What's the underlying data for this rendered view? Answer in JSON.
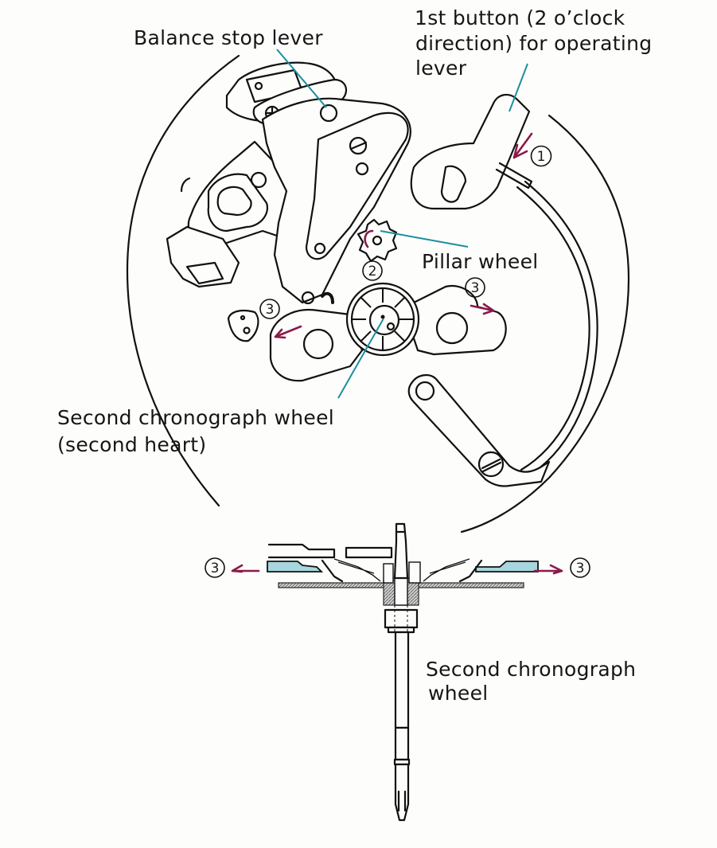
{
  "labels": {
    "balance_stop_lever": "Balance stop lever",
    "first_button_line1": "1st button (2 o’clock",
    "first_button_line2": "direction) for operating",
    "first_button_line3": "lever",
    "pillar_wheel": "Pillar wheel",
    "second_chrono_wheel_top_line1": "Second chronograph wheel",
    "second_chrono_wheel_top_line2": "(second heart)",
    "second_chrono_wheel_bottom_line1": "Second chronograph",
    "second_chrono_wheel_bottom_line2": "wheel"
  },
  "step_markers": {
    "step1": "1",
    "step2": "2",
    "step3": "3"
  },
  "colors": {
    "leader_line": "#1a8fa0",
    "arrow": "#8a1a4a",
    "highlight_part": "#a8d6de",
    "line_art": "#111111"
  }
}
